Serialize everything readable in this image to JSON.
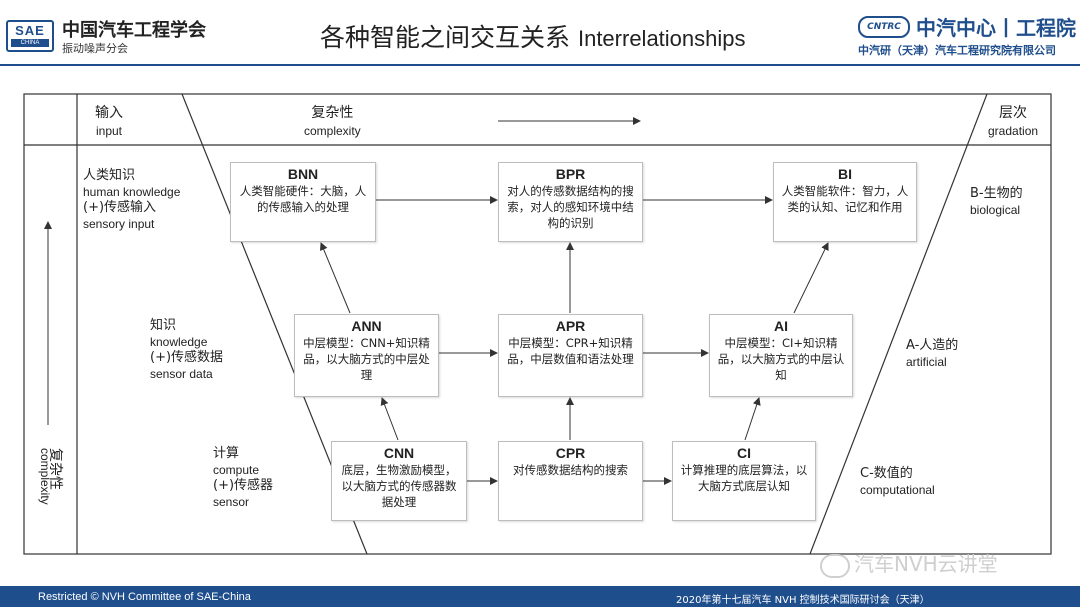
{
  "header": {
    "logo_left": {
      "top": "SAE",
      "bottom": "CHINA"
    },
    "org_name": "中国汽车工程学会",
    "org_sub": "振动噪声分会",
    "title_cn": "各种智能之间交互关系",
    "title_en": "Interrelationships",
    "logo_right": "CNTRC",
    "brand": "中汽中心丨工程院",
    "brand_sub": "中汽研（天津）汽车工程研究院有限公司"
  },
  "footer": {
    "left": "Restricted © NVH Committee of SAE-China",
    "right": "2020年第十七届汽车 NVH 控制技术国际研讨会（天津）"
  },
  "watermark": "汽车NVH云讲堂",
  "diagram": {
    "top_row": {
      "input_cn": "输入",
      "input_en": "input",
      "complexity_cn": "复杂性",
      "complexity_en": "complexity",
      "gradation_cn": "层次",
      "gradation_en": "gradation"
    },
    "left_axis": {
      "cn": "复杂性",
      "en": "complexity"
    },
    "inputs": [
      {
        "l1": "人类知识",
        "l2": "human knowledge",
        "l3": "(+)传感输入",
        "l4": "sensory input"
      },
      {
        "l1": "知识",
        "l2": "knowledge",
        "l3": "(+)传感数据",
        "l4": "sensor data"
      },
      {
        "l1": "计算",
        "l2": "compute",
        "l3": "(+)传感器",
        "l4": "sensor"
      }
    ],
    "levels": [
      {
        "cn": "B-生物的",
        "en": "biological"
      },
      {
        "cn": "A-人造的",
        "en": "artificial"
      },
      {
        "cn": "C-数值的",
        "en": "computational"
      }
    ],
    "boxes": {
      "bnn": {
        "title": "BNN",
        "body": "人类智能硬件：大脑，人的传感输入的处理"
      },
      "bpr": {
        "title": "BPR",
        "body": "对人的传感数据结构的搜索，对人的感知环境中结构的识别"
      },
      "bi": {
        "title": "BI",
        "body": "人类智能软件：智力，人类的认知、记忆和作用"
      },
      "ann": {
        "title": "ANN",
        "body": "中层模型：CNN+知识精品，以大脑方式的中层处理"
      },
      "apr": {
        "title": "APR",
        "body": "中层模型：CPR+知识精品，中层数值和语法处理"
      },
      "ai": {
        "title": "AI",
        "body": "中层模型：CI+知识精品，以大脑方式的中层认知"
      },
      "cnn": {
        "title": "CNN",
        "body": "底层，生物激励模型，以大脑方式的传感器数据处理"
      },
      "cpr": {
        "title": "CPR",
        "body": "对传感数据结构的搜索"
      },
      "ci": {
        "title": "CI",
        "body": "计算推理的底层算法，以大脑方式底层认知"
      }
    }
  }
}
